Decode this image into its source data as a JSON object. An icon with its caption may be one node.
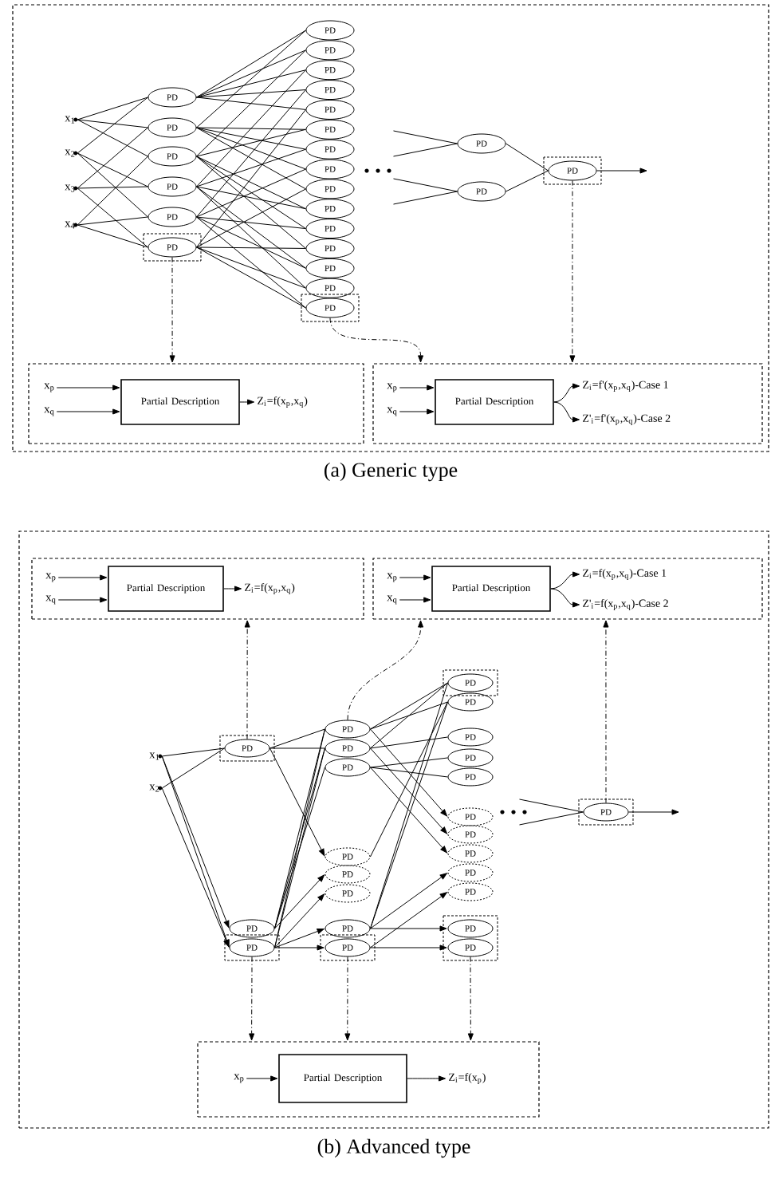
{
  "diagram": {
    "nodes": [
      {
        "text": [
          "(a) Generic type"
        ]
      },
      {
        "text": [
          "x$_{1}$"
        ],
        "in": 0
      },
      {
        "text": [
          "x$_{2}$"
        ],
        "in": 0
      },
      {
        "text": [
          "x$_{3}$"
        ],
        "in": 0
      },
      {
        "text": [
          "x$_{4}$"
        ],
        "in": 0
      },
      {
        "text": [
          "PD"
        ],
        "in": 0
      },
      {
        "text": [
          "PD"
        ],
        "in": 0
      },
      {
        "text": [
          "PD"
        ],
        "in": 0
      },
      {
        "text": [
          "PD"
        ],
        "in": 0
      },
      {
        "text": [
          "PD"
        ],
        "in": 0
      },
      {
        "text": [
          "PD"
        ],
        "in": 0
      },
      {
        "text": [
          "PD"
        ],
        "in": 0
      },
      {
        "text": [
          "PD"
        ],
        "in": 0
      },
      {
        "text": [
          "PD"
        ],
        "in": 0
      },
      {
        "text": [
          "PD"
        ],
        "in": 0
      },
      {
        "text": [
          "PD"
        ],
        "in": 0
      },
      {
        "text": [
          "PD"
        ],
        "in": 0
      },
      {
        "text": [
          "PD"
        ],
        "in": 0
      },
      {
        "text": [
          "PD"
        ],
        "in": 0
      },
      {
        "text": [
          "PD"
        ],
        "in": 0
      },
      {
        "text": [
          "PD"
        ],
        "in": 0
      },
      {
        "text": [
          "PD"
        ],
        "in": 0
      },
      {
        "text": [
          "PD"
        ],
        "in": 0
      },
      {
        "text": [
          "PD"
        ],
        "in": 0
      },
      {
        "text": [
          "PD"
        ],
        "in": 0
      },
      {
        "text": [
          "PD"
        ],
        "in": 0
      },
      {
        "text": [
          "PD"
        ],
        "in": 0
      },
      {
        "text": [
          "PD"
        ],
        "in": 0
      },
      {
        "text": [
          "PD"
        ],
        "in": 0
      },
      {
        "text": [],
        "shape": "box",
        "in": 0
      },
      {
        "text": [
          "x$_{p}$"
        ],
        "in": 29
      },
      {
        "text": [
          "x$_{q}$"
        ],
        "in": 29
      },
      {
        "text": [
          "Partial Description"
        ],
        "in": 29
      },
      {
        "text": [
          "Z$_{i}$=f(x$_{p}$,x$_{q}$)"
        ],
        "in": 29
      },
      {
        "text": [],
        "shape": "box",
        "in": 0
      },
      {
        "text": [
          "x$_{p}$"
        ],
        "in": 34
      },
      {
        "text": [
          "x$_{q}$"
        ],
        "in": 34
      },
      {
        "text": [
          "Partial Description"
        ],
        "in": 34
      },
      {
        "text": [
          "Z$_{i}$=f'(x$_{p}$,x$_{q}$)-Case 1"
        ],
        "in": 34
      },
      {
        "text": [
          "Z'$_{i}$=f'(x$_{p}$,x$_{q}$)-Case 2"
        ],
        "in": 34
      },
      {
        "text": [
          "(b) Advanced type"
        ]
      },
      {
        "text": [],
        "shape": "box",
        "in": 40
      },
      {
        "text": [
          "x$_{p}$"
        ],
        "in": 41
      },
      {
        "text": [
          "x$_{q}$"
        ],
        "in": 41
      },
      {
        "text": [
          "Partial Description"
        ],
        "in": 41
      },
      {
        "text": [
          "Z$_{i}$=f(x$_{p}$,x$_{q}$)"
        ],
        "in": 41
      },
      {
        "text": [],
        "shape": "box",
        "in": 40
      },
      {
        "text": [
          "x$_{p}$"
        ],
        "in": 46
      },
      {
        "text": [
          "x$_{q}$"
        ],
        "in": 46
      },
      {
        "text": [
          "Partial Description"
        ],
        "in": 46
      },
      {
        "text": [
          "Z$_{i}$=f(x$_{p}$,x$_{q}$)-Case 1"
        ],
        "in": 46
      },
      {
        "text": [
          "Z'$_{i}$=f(x$_{p}$,x$_{q}$)-Case 2"
        ],
        "in": 46
      },
      {
        "text": [],
        "shape": "box",
        "in": 40
      },
      {
        "text": [
          "x$_{p}$"
        ],
        "in": 52
      },
      {
        "text": [
          "Partial Description"
        ],
        "in": 52
      },
      {
        "text": [
          "Z$_{i}$=f(x$_{p}$)"
        ],
        "in": 52
      },
      {
        "text": [
          "x$_{1}$"
        ],
        "in": 40
      },
      {
        "text": [
          "x$_{2}$"
        ],
        "in": 40
      },
      {
        "text": [
          "PD"
        ],
        "in": 40
      },
      {
        "text": [
          "PD"
        ],
        "in": 40
      },
      {
        "text": [
          "PD"
        ],
        "in": 40
      },
      {
        "text": [
          "PD"
        ],
        "in": 40
      },
      {
        "text": [
          "PD"
        ],
        "in": 40
      },
      {
        "text": [
          "PD"
        ],
        "in": 40
      },
      {
        "text": [
          "PD"
        ],
        "in": 40
      },
      {
        "text": [
          "PD"
        ],
        "in": 40
      },
      {
        "text": [
          "PD"
        ],
        "in": 40
      },
      {
        "text": [
          "PD"
        ],
        "in": 40
      },
      {
        "text": [
          "PD"
        ],
        "in": 40
      },
      {
        "text": [
          "PD"
        ],
        "in": 40
      },
      {
        "text": [
          "PD"
        ],
        "in": 40
      },
      {
        "text": [
          "PD"
        ],
        "in": 40
      },
      {
        "text": [
          "PD"
        ],
        "in": 40
      },
      {
        "text": [
          "PD"
        ],
        "in": 40
      },
      {
        "text": [
          "PD"
        ],
        "in": 40
      },
      {
        "text": [
          "PD"
        ],
        "in": 40
      },
      {
        "text": [
          "PD"
        ],
        "in": 40
      },
      {
        "text": [
          "PD"
        ],
        "in": 40
      },
      {
        "text": [
          "PD"
        ],
        "in": 40
      },
      {
        "text": [
          "PD"
        ],
        "in": 40
      },
      {
        "text": [
          "PD"
        ],
        "in": 40
      },
      {
        "text": [
          "PD"
        ],
        "in": 40
      }
    ],
    "edges": [
      {
        "from": 1,
        "to": 5,
        "arrow": "none"
      },
      {
        "from": 2,
        "to": 5,
        "arrow": "none"
      },
      {
        "from": 1,
        "to": 6,
        "arrow": "none"
      },
      {
        "from": 3,
        "to": 6,
        "arrow": "none"
      },
      {
        "from": 1,
        "to": 7,
        "arrow": "none"
      },
      {
        "from": 4,
        "to": 7,
        "arrow": "none"
      },
      {
        "from": 2,
        "to": 8,
        "arrow": "none"
      },
      {
        "from": 3,
        "to": 8,
        "arrow": "none"
      },
      {
        "from": 2,
        "to": 9,
        "arrow": "none"
      },
      {
        "from": 4,
        "to": 9,
        "arrow": "none"
      },
      {
        "from": 3,
        "to": 10,
        "arrow": "none"
      },
      {
        "from": 4,
        "to": 10,
        "arrow": "none"
      },
      {
        "from": 5,
        "to": 11,
        "arrow": "none"
      },
      {
        "from": 6,
        "to": 11,
        "arrow": "none"
      },
      {
        "from": 5,
        "to": 12,
        "arrow": "none"
      },
      {
        "from": 7,
        "to": 12,
        "arrow": "none"
      },
      {
        "from": 5,
        "to": 13,
        "arrow": "none"
      },
      {
        "from": 8,
        "to": 13,
        "arrow": "none"
      },
      {
        "from": 5,
        "to": 14,
        "arrow": "none"
      },
      {
        "from": 9,
        "to": 14,
        "arrow": "none"
      },
      {
        "from": 5,
        "to": 15,
        "arrow": "none"
      },
      {
        "from": 10,
        "to": 15,
        "arrow": "none"
      },
      {
        "from": 6,
        "to": 16,
        "arrow": "none"
      },
      {
        "from": 7,
        "to": 16,
        "arrow": "none"
      },
      {
        "from": 6,
        "to": 17,
        "arrow": "none"
      },
      {
        "from": 8,
        "to": 17,
        "arrow": "none"
      },
      {
        "from": 6,
        "to": 18,
        "arrow": "none"
      },
      {
        "from": 9,
        "to": 18,
        "arrow": "none"
      },
      {
        "from": 6,
        "to": 19,
        "arrow": "none"
      },
      {
        "from": 10,
        "to": 19,
        "arrow": "none"
      },
      {
        "from": 7,
        "to": 20,
        "arrow": "none"
      },
      {
        "from": 8,
        "to": 20,
        "arrow": "none"
      },
      {
        "from": 7,
        "to": 21,
        "arrow": "none"
      },
      {
        "from": 9,
        "to": 21,
        "arrow": "none"
      },
      {
        "from": 7,
        "to": 22,
        "arrow": "none"
      },
      {
        "from": 10,
        "to": 22,
        "arrow": "none"
      },
      {
        "from": 8,
        "to": 23,
        "arrow": "none"
      },
      {
        "from": 9,
        "to": 23,
        "arrow": "none"
      },
      {
        "from": 8,
        "to": 24,
        "arrow": "none"
      },
      {
        "from": 10,
        "to": 24,
        "arrow": "none"
      },
      {
        "from": 9,
        "to": 25,
        "arrow": "none"
      },
      {
        "from": 10,
        "to": 25,
        "arrow": "none"
      },
      {
        "from": null,
        "to": 26,
        "arrow": "none"
      },
      {
        "from": null,
        "to": 26,
        "arrow": "none"
      },
      {
        "from": null,
        "to": 27,
        "arrow": "none"
      },
      {
        "from": null,
        "to": 27,
        "arrow": "none"
      },
      {
        "from": 26,
        "to": 28,
        "arrow": "none"
      },
      {
        "from": 27,
        "to": 28,
        "arrow": "none"
      },
      {
        "from": 28,
        "to": null,
        "arrow": "to"
      },
      {
        "from": 10,
        "to": 29,
        "arrow": "to",
        "style": "dashed"
      },
      {
        "from": 25,
        "to": 34,
        "arrow": "to",
        "style": "dashed"
      },
      {
        "from": 28,
        "to": 34,
        "arrow": "to",
        "style": "dashed"
      },
      {
        "from": 30,
        "to": 32,
        "arrow": "to"
      },
      {
        "from": 31,
        "to": 32,
        "arrow": "to"
      },
      {
        "from": 32,
        "to": 33,
        "arrow": "to"
      },
      {
        "from": 35,
        "to": 37,
        "arrow": "to"
      },
      {
        "from": 36,
        "to": 37,
        "arrow": "to"
      },
      {
        "from": 37,
        "to": 38,
        "arrow": "to"
      },
      {
        "from": 37,
        "to": 39,
        "arrow": "to"
      },
      {
        "from": 42,
        "to": 44,
        "arrow": "to"
      },
      {
        "from": 43,
        "to": 44,
        "arrow": "to"
      },
      {
        "from": 44,
        "to": 45,
        "arrow": "to"
      },
      {
        "from": 47,
        "to": 49,
        "arrow": "to"
      },
      {
        "from": 48,
        "to": 49,
        "arrow": "to"
      },
      {
        "from": 49,
        "to": 50,
        "arrow": "to"
      },
      {
        "from": 49,
        "to": 51,
        "arrow": "to"
      },
      {
        "from": 53,
        "to": 54,
        "arrow": "to"
      },
      {
        "from": 54,
        "to": 55,
        "arrow": "to"
      },
      {
        "from": 56,
        "to": 58,
        "arrow": "none"
      },
      {
        "from": 57,
        "to": 58,
        "arrow": "none"
      },
      {
        "from": 56,
        "to": 59,
        "arrow": "to"
      },
      {
        "from": 56,
        "to": 60,
        "arrow": "to"
      },
      {
        "from": 57,
        "to": 60,
        "arrow": "to"
      },
      {
        "from": 58,
        "to": 61,
        "arrow": "none"
      },
      {
        "from": 58,
        "to": 62,
        "arrow": "none"
      },
      {
        "from": 58,
        "to": 64,
        "arrow": "to"
      },
      {
        "from": 59,
        "to": 61,
        "arrow": "none"
      },
      {
        "from": 59,
        "to": 62,
        "arrow": "none"
      },
      {
        "from": 59,
        "to": 63,
        "arrow": "none"
      },
      {
        "from": 60,
        "to": 61,
        "arrow": "none"
      },
      {
        "from": 60,
        "to": 62,
        "arrow": "none"
      },
      {
        "from": 59,
        "to": 65,
        "arrow": "to"
      },
      {
        "from": 60,
        "to": 66,
        "arrow": "to"
      },
      {
        "from": 60,
        "to": 67,
        "arrow": "to"
      },
      {
        "from": 60,
        "to": 68,
        "arrow": "to"
      },
      {
        "from": 61,
        "to": 69,
        "arrow": "none"
      },
      {
        "from": 61,
        "to": 70,
        "arrow": "none"
      },
      {
        "from": 62,
        "to": 69,
        "arrow": "none"
      },
      {
        "from": 62,
        "to": 71,
        "arrow": "none"
      },
      {
        "from": 63,
        "to": 72,
        "arrow": "none"
      },
      {
        "from": 63,
        "to": 73,
        "arrow": "none"
      },
      {
        "from": 61,
        "to": 74,
        "arrow": "to"
      },
      {
        "from": 62,
        "to": 75,
        "arrow": "to"
      },
      {
        "from": 63,
        "to": 76,
        "arrow": "to"
      },
      {
        "from": 64,
        "to": 70,
        "arrow": "none"
      },
      {
        "from": 67,
        "to": 69,
        "arrow": "none"
      },
      {
        "from": 67,
        "to": 70,
        "arrow": "none"
      },
      {
        "from": 67,
        "to": 77,
        "arrow": "to"
      },
      {
        "from": 68,
        "to": 78,
        "arrow": "to"
      },
      {
        "from": 67,
        "to": 79,
        "arrow": "to"
      },
      {
        "from": 68,
        "to": 80,
        "arrow": "to"
      },
      {
        "from": null,
        "to": 81,
        "arrow": "none"
      },
      {
        "from": null,
        "to": 81,
        "arrow": "none"
      },
      {
        "from": 81,
        "to": null,
        "arrow": "to"
      },
      {
        "from": 58,
        "to": 41,
        "arrow": "to",
        "style": "dashed"
      },
      {
        "from": 61,
        "to": 46,
        "arrow": "to",
        "style": "dashed"
      },
      {
        "from": 81,
        "to": 46,
        "arrow": "to",
        "style": "dashed"
      },
      {
        "from": 60,
        "to": 52,
        "arrow": "to",
        "style": "dashed"
      },
      {
        "from": 68,
        "to": 52,
        "arrow": "to",
        "style": "dashed"
      },
      {
        "from": 80,
        "to": 52,
        "arrow": "to",
        "style": "dashed"
      }
    ]
  }
}
